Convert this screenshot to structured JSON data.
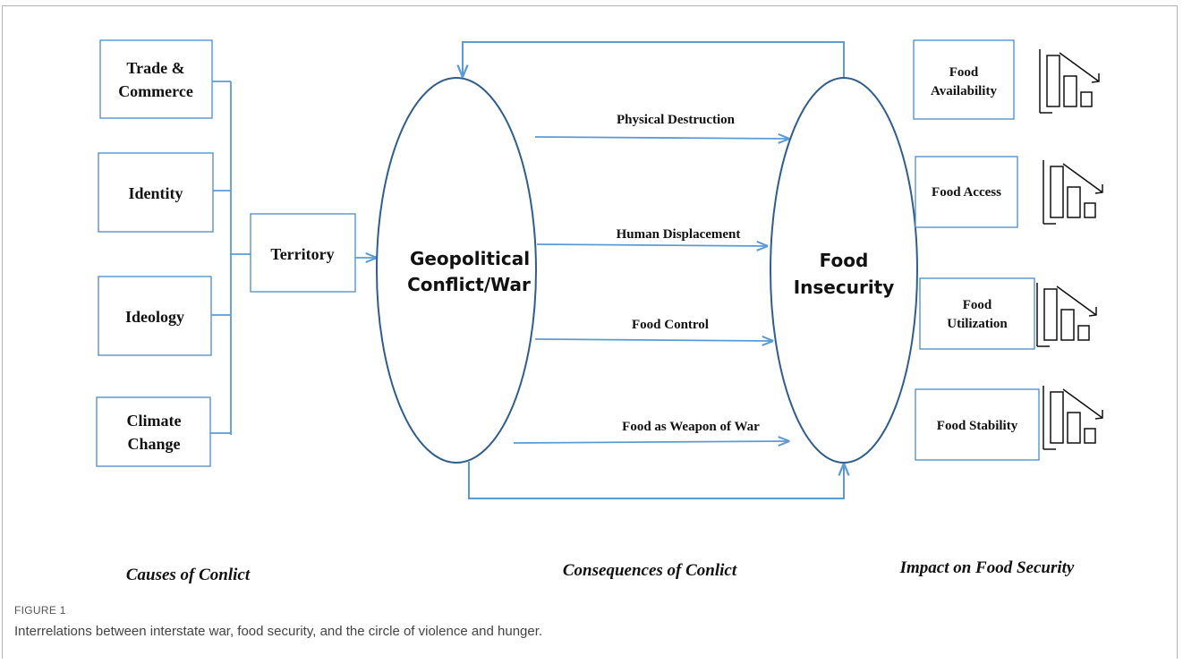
{
  "causes": {
    "trade": [
      "Trade &",
      "Commerce"
    ],
    "identity": "Identity",
    "ideology": "Ideology",
    "climate": [
      "Climate",
      "Change"
    ]
  },
  "territory": "Territory",
  "conflict": [
    "Geopolitical",
    "Conflict/War"
  ],
  "insecurity": [
    "Food",
    "Insecurity"
  ],
  "consequences": {
    "physical": "Physical Destruction",
    "displacement": "Human  Displacement",
    "control": "Food Control",
    "weapon": "Food as Weapon  of War"
  },
  "impacts": {
    "availability": [
      "Food",
      "Availability"
    ],
    "access": "Food Access",
    "utilization": [
      "Food",
      "Utilization"
    ],
    "stability": "Food Stability"
  },
  "sections": {
    "causes": "Causes of Conlict",
    "consequences": "Consequences of Conlict",
    "impact": "Impact on Food Security"
  },
  "caption": {
    "label": "FIGURE 1",
    "text": "Interrelations between interstate war, food security, and the circle of violence and hunger."
  },
  "colors": {
    "box_border": "#4a8bc9",
    "arrow": "#5b9bd5",
    "ellipse": "#2f5d8e",
    "icon": "#111111"
  },
  "icons": [
    "declining-bar-chart-icon"
  ]
}
